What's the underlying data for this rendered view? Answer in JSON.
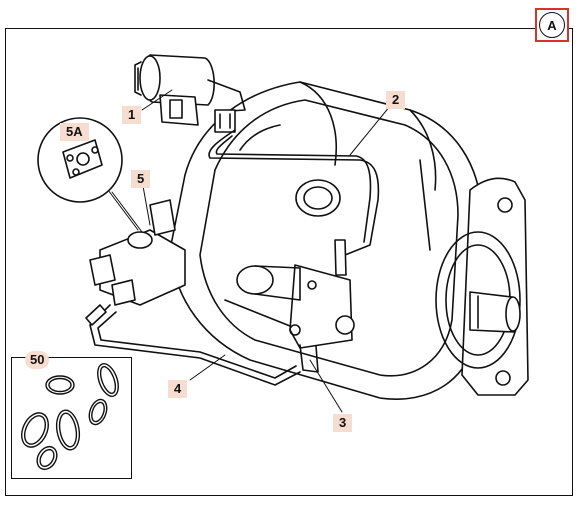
{
  "figure": {
    "reference_letter": "A",
    "callouts": {
      "c1": "1",
      "c2": "2",
      "c3": "3",
      "c4": "4",
      "c5": "5",
      "c5a": "5A",
      "c50": "50"
    }
  },
  "colors": {
    "callout_bg": "#f6ddd0",
    "ref_border": "#d9312b",
    "line": "#111111"
  }
}
